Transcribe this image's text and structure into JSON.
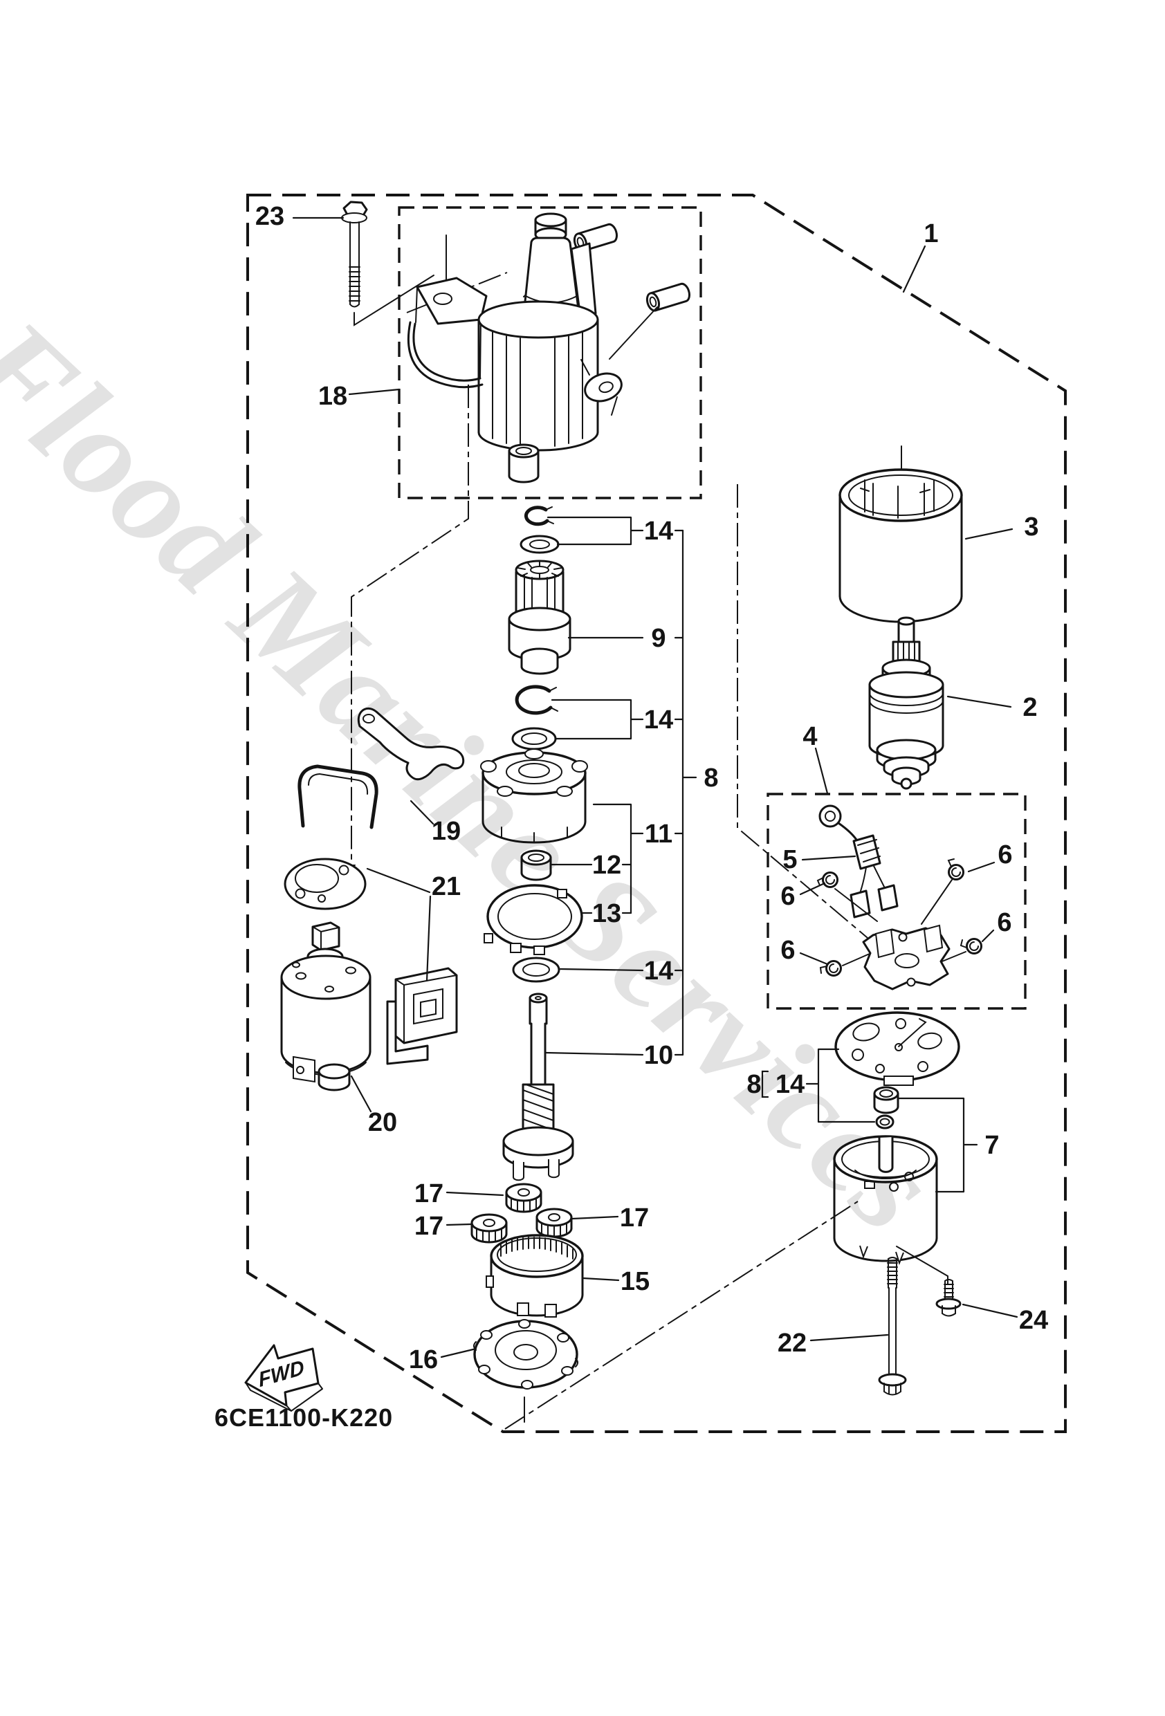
{
  "diagram": {
    "drawing_code": "6CE1100-K220",
    "fwd": "FWD",
    "watermark": "Flood Marine Services",
    "line_color": "#141414",
    "watermark_color": "#e2e2e2",
    "callouts": {
      "c1": "1",
      "c2": "2",
      "c3": "3",
      "c4": "4",
      "c5": "5",
      "c6a": "6",
      "c6b": "6",
      "c6c": "6",
      "c6d": "6",
      "c7": "7",
      "c8": "8",
      "c8r": "8",
      "c9": "9",
      "c10": "10",
      "c11": "11",
      "c12": "12",
      "c13": "13",
      "c14a": "14",
      "c14b": "14",
      "c14c": "14",
      "c14d": "14",
      "c15": "15",
      "c16": "16",
      "c17a": "17",
      "c17b": "17",
      "c17c": "17",
      "c18": "18",
      "c19": "19",
      "c20": "20",
      "c21": "21",
      "c22": "22",
      "c23": "23",
      "c24": "24"
    }
  }
}
